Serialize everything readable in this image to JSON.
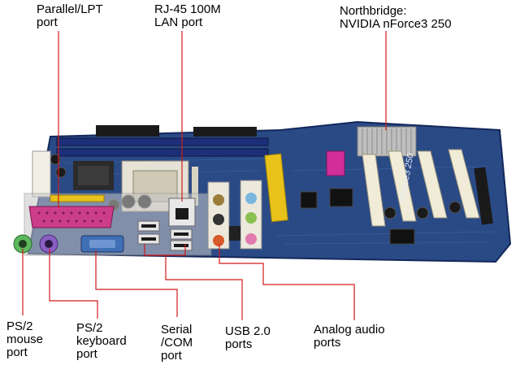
{
  "labels": {
    "parallel": "Parallel/LPT\nport",
    "rj45": "RJ-45 100M\nLAN port",
    "northbridge": "Northbridge:\nNVIDIA nForce3 250",
    "ps2_mouse": "PS/2\nmouse\nport",
    "ps2_keyboard": "PS/2\nkeyboard\nport",
    "serial": "Serial\n/COM\nport",
    "usb": "USB 2.0\nports",
    "audio": "Analog audio\nports"
  },
  "board": {
    "model_text": "nForce3 250",
    "colors": {
      "pcb": "#2a4a86",
      "leader": "#d01a1a",
      "parallel_port": "#cc3d8a",
      "ps2_mouse": "#5cb85c",
      "ps2_keyboard": "#8a5fc5",
      "serial": "#3f6fb5",
      "yellow_slot": "#e8c21a",
      "magenta_chip": "#d22e9a",
      "ram_slot": "#1e2f7a",
      "pci_slot": "#f0ecd8"
    }
  }
}
